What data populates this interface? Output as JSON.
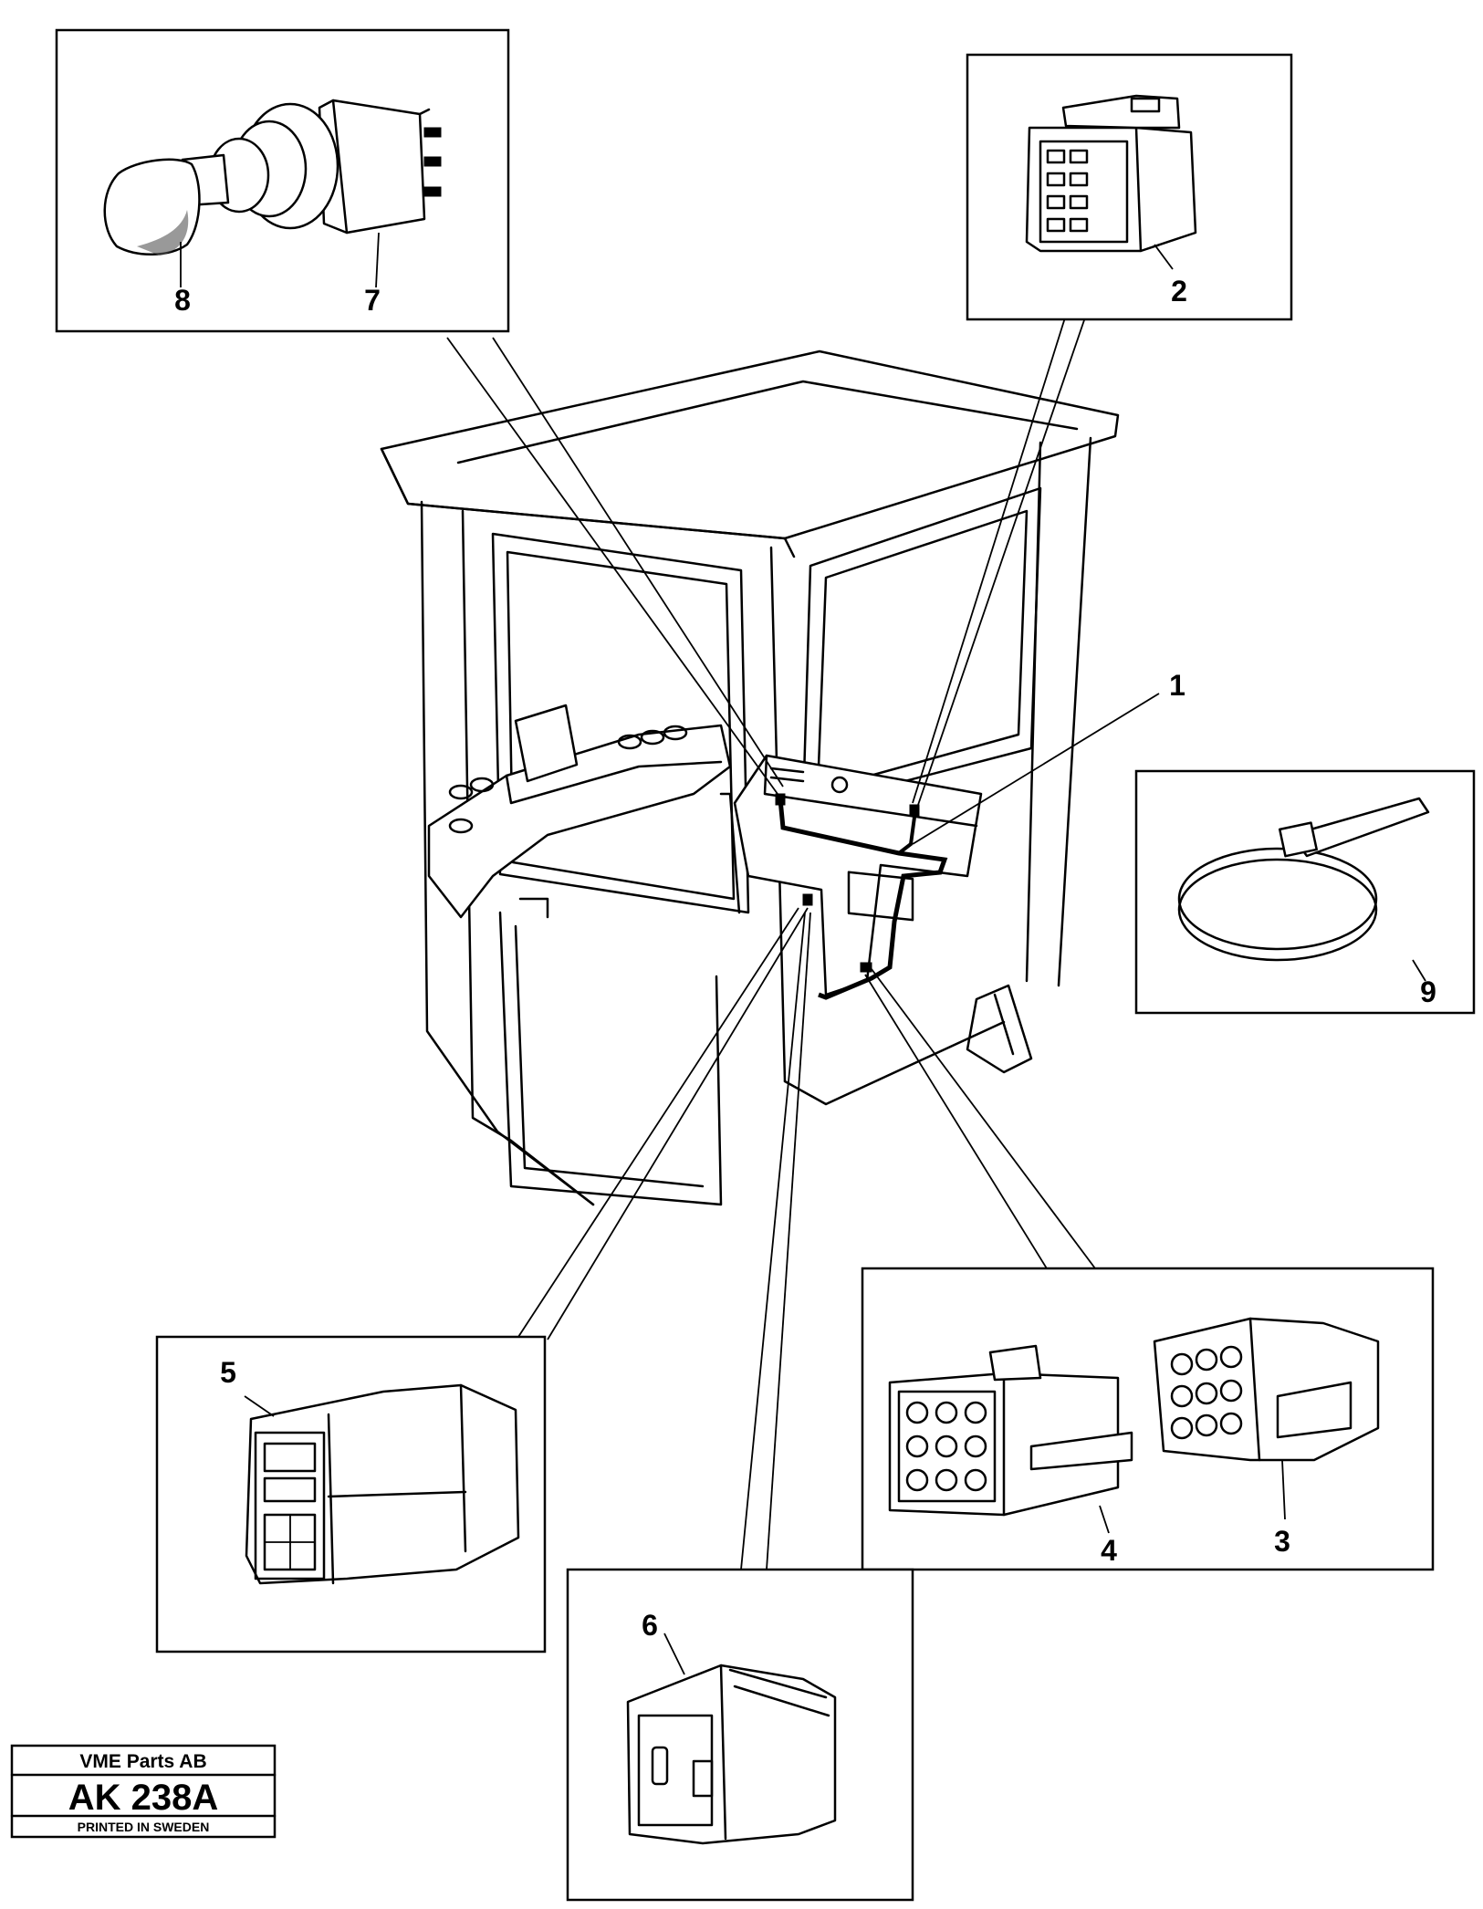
{
  "callouts": [
    "1",
    "2",
    "3",
    "4",
    "5",
    "6",
    "7",
    "8",
    "9"
  ],
  "title_block": {
    "company": "VME Parts AB",
    "code": "AK 238A",
    "printed": "PRINTED IN SWEDEN"
  }
}
